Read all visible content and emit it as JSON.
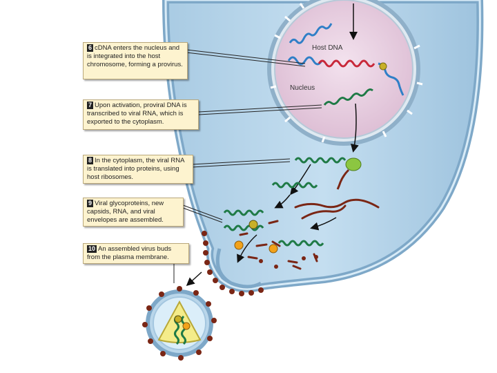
{
  "labels": {
    "host_dna": "Host DNA",
    "nucleus": "Nucleus"
  },
  "steps": [
    {
      "num": "6",
      "text": "cDNA enters the nucleus and is integrated into the host chromosome, forming a provirus."
    },
    {
      "num": "7",
      "text": "Upon activation, proviral DNA is transcribed to viral RNA, which is exported to the cytoplasm."
    },
    {
      "num": "8",
      "text": "In the cytoplasm, the viral RNA is translated into proteins, using host ribosomes."
    },
    {
      "num": "9",
      "text": "Viral glycoproteins, new capsids, RNA, and viral envelopes are assembled."
    },
    {
      "num": "10",
      "text": "An assembled virus buds from the plasma membrane."
    }
  ],
  "colors": {
    "cytoplasm": "#b9d6ea",
    "membrane": "#8fb6d4",
    "nucleus": "#e7cde0",
    "host_dna": "#2f7fc7",
    "proviral_dna": "#c8283a",
    "viral_rna": "#1f7a46",
    "protein": "#7a2615",
    "ribosome": "#8cc641",
    "label_box": "#fdf3cf"
  }
}
